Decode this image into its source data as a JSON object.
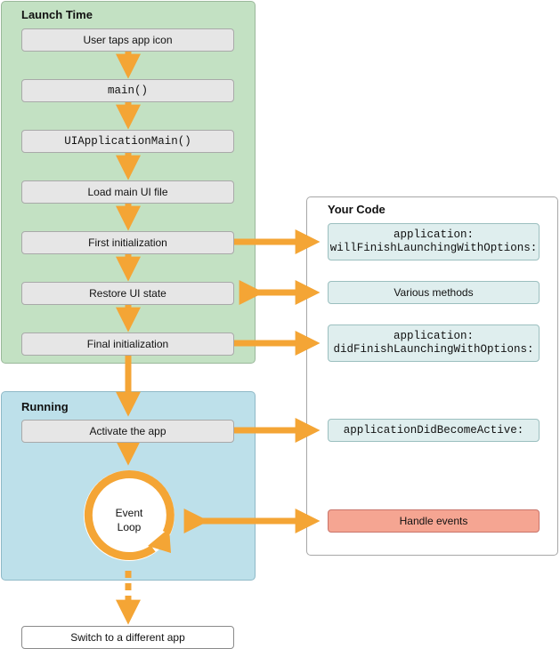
{
  "launch_time": {
    "title": "Launch Time",
    "steps": [
      "User taps app icon",
      "main()",
      "UIApplicationMain()",
      "Load main UI file",
      "First initialization",
      "Restore UI state",
      "Final initialization"
    ]
  },
  "running": {
    "title": "Running",
    "activate": "Activate the app",
    "event_loop_line1": "Event",
    "event_loop_line2": "Loop"
  },
  "your_code": {
    "title": "Your Code",
    "will_finish_line1": "application:",
    "will_finish_line2": "willFinishLaunchingWithOptions:",
    "various": "Various methods",
    "did_finish_line1": "application:",
    "did_finish_line2": "didFinishLaunchingWithOptions:",
    "did_become_active": "applicationDidBecomeActive:",
    "handle_events": "Handle events"
  },
  "switch_app": "Switch to a different app",
  "colors": {
    "arrow": "#f4a535",
    "launch_panel": "#c3e1c3",
    "running_panel": "#bde0ea",
    "handle_events": "#f5a592"
  }
}
